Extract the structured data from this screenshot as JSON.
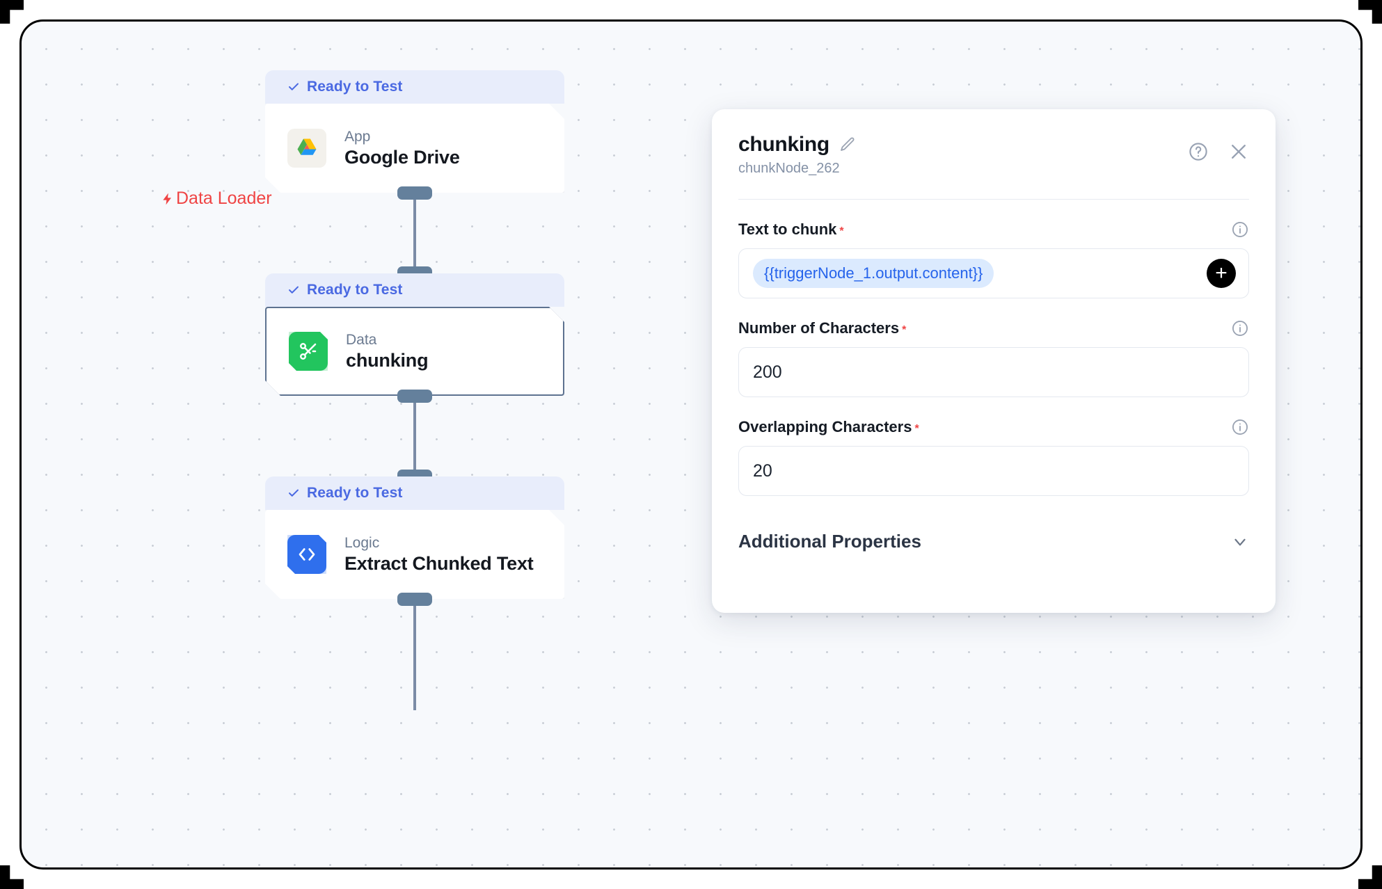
{
  "canvas": {
    "annotation": {
      "label": "Data Loader",
      "icon": "lightning-bolt-icon",
      "color": "#ef4444"
    },
    "nodes": [
      {
        "status": "Ready to Test",
        "kind": "App",
        "title": "Google Drive",
        "icon": "google-drive-icon",
        "selected": false
      },
      {
        "status": "Ready to Test",
        "kind": "Data",
        "title": "chunking",
        "icon": "scissors-icon",
        "selected": true
      },
      {
        "status": "Ready to Test",
        "kind": "Logic",
        "title": "Extract Chunked Text",
        "icon": "code-brackets-icon",
        "selected": false
      }
    ]
  },
  "panel": {
    "title": "chunking",
    "subtitle": "chunkNode_262",
    "edit_icon": "pencil-icon",
    "help_icon": "question-circle-icon",
    "close_icon": "close-icon",
    "fields": [
      {
        "label": "Text to chunk",
        "required": "*",
        "value": "{{triggerNode_1.output.content}}",
        "type": "token"
      },
      {
        "label": "Number of Characters",
        "required": "*",
        "value": "200",
        "type": "text"
      },
      {
        "label": "Overlapping Characters",
        "required": "*",
        "value": "20",
        "type": "text"
      }
    ],
    "add_button_label": "+",
    "accordion": {
      "label": "Additional Properties",
      "icon": "chevron-down-icon"
    }
  }
}
